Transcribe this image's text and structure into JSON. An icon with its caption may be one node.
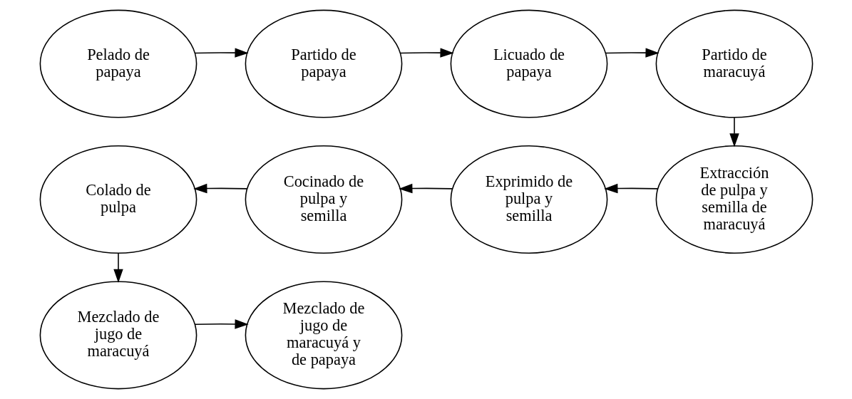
{
  "diagram": {
    "nodes": [
      {
        "text": [
          "Pelado de papaya"
        ]
      },
      {
        "text": [
          "Partido de papaya"
        ]
      },
      {
        "text": [
          "Licuado de papaya"
        ]
      },
      {
        "text": [
          "Partido de maracuyá"
        ]
      },
      {
        "text": [
          "Extracción de pulpa y semilla de maracuyá"
        ]
      },
      {
        "text": [
          "Exprimido de pulpa y semilla"
        ]
      },
      {
        "text": [
          "Cocinado de pulpa y semilla"
        ]
      },
      {
        "text": [
          "Colado de pulpa"
        ]
      },
      {
        "text": [
          "Mezclado de jugo de maracuyá"
        ]
      },
      {
        "text": [
          "Mezclado de jugo de maracuyá y de papaya"
        ]
      }
    ],
    "edges": [
      {
        "from": 0,
        "to": 1,
        "arrow": "to"
      },
      {
        "from": 1,
        "to": 2,
        "arrow": "to"
      },
      {
        "from": 2,
        "to": 3,
        "arrow": "to"
      },
      {
        "from": 3,
        "to": 4,
        "arrow": "to"
      },
      {
        "from": 4,
        "to": 5,
        "arrow": "to"
      },
      {
        "from": 5,
        "to": 6,
        "arrow": "to"
      },
      {
        "from": 6,
        "to": 7,
        "arrow": "to"
      },
      {
        "from": 7,
        "to": 8,
        "arrow": "to"
      },
      {
        "from": 8,
        "to": 9,
        "arrow": "to"
      }
    ]
  }
}
